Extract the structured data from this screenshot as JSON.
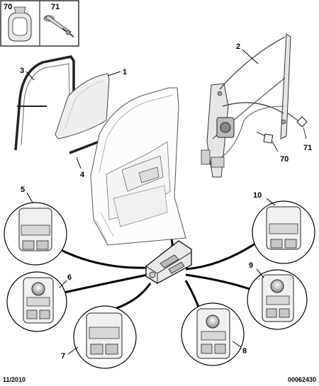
{
  "inset_box": {
    "part_a": "70",
    "part_b": "71"
  },
  "callouts": {
    "glass": "1",
    "regulator": "2",
    "glass_run_channel": "3",
    "waist_seal": "4",
    "switch_5": "5",
    "switch_6": "6",
    "switch_7": "7",
    "switch_8": "8",
    "switch_9": "9",
    "switch_10": "10",
    "clip_70": "70",
    "rivet_71": "71"
  },
  "footer": {
    "date": "11/2010",
    "reference": "00062430"
  }
}
